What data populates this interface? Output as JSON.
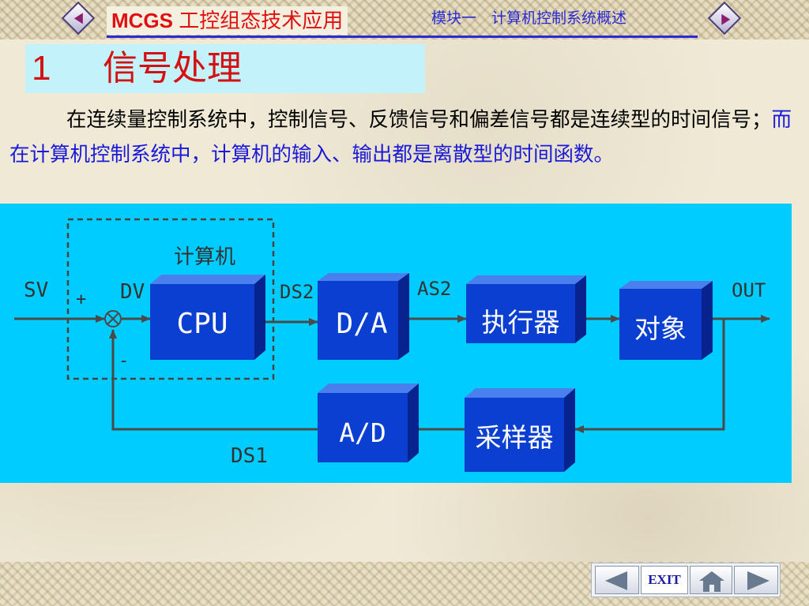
{
  "header": {
    "course_latin": "MCGS",
    "course_cjk": "工控组态技术应用",
    "module": "模块一　计算机控制系统概述",
    "prev_icon": "left-arrow-diamond-icon",
    "next_icon": "right-arrow-diamond-icon"
  },
  "section": {
    "number": "1",
    "title": "信号处理"
  },
  "paragraph": {
    "normal": "在连续量控制系统中，控制信号、反馈信号和偏差信号都是连续型的时间信号；",
    "highlight": "而在计算机控制系统中，计算机的输入、输出都是离散型的时间函数。"
  },
  "diagram": {
    "group_label": "计算机",
    "signals": {
      "sv": "SV",
      "plus": "+",
      "minus": "-",
      "dv": "DV",
      "ds2": "DS2",
      "as2": "AS2",
      "out": "OUT",
      "ds1": "DS1"
    },
    "blocks": {
      "cpu": "CPU",
      "da": "D/A",
      "actuator": "执行器",
      "object": "对象",
      "ad": "A/D",
      "sampler": "采样器"
    },
    "colors": {
      "panel": "#00ccff",
      "block_front": "#0a3fd2",
      "block_top": "#4a7fee",
      "block_side": "#06238e",
      "line": "#4a4a4a"
    }
  },
  "nav": {
    "exit_label": "EXIT",
    "prev_icon": "left-triangle-icon",
    "home_icon": "home-icon",
    "next_icon": "right-triangle-icon"
  }
}
